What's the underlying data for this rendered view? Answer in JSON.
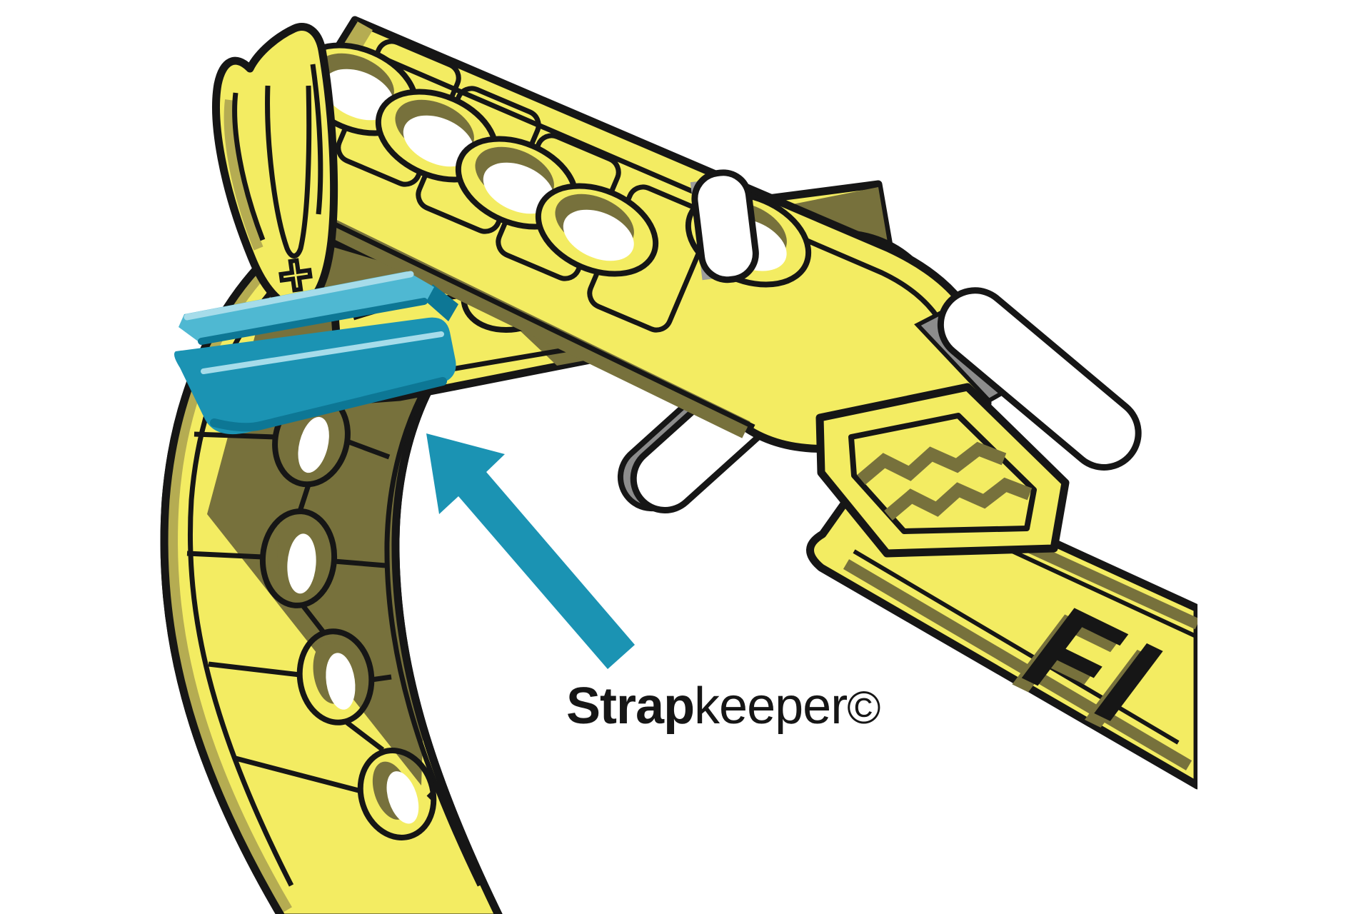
{
  "figure": {
    "type": "product-instruction-illustration",
    "subject": "Elastic strap with buckle and Strapkeeper clip",
    "caption": {
      "bold": "Strap",
      "regular": "keeper",
      "symbol": "©"
    },
    "strap_tail_letters": "FI",
    "tip_mark": "+",
    "annotation_arrow": {
      "points_to": "strapkeeper-clip",
      "direction": "up-left",
      "color": "#1b93b3"
    },
    "colors": {
      "background": "#ffffff",
      "strap_yellow": "#f3ec62",
      "strap_shadow_olive": "#77713c",
      "strap_mid_olive": "#b5ac52",
      "outline_black": "#161616",
      "clip_teal": "#1b93b3",
      "clip_teal_light": "#4fb8d2",
      "clip_teal_highlight": "#a6dcea",
      "clip_teal_dark": "#0d7795",
      "metal_white": "#ffffff",
      "metal_gray": "#8c8c8c",
      "metal_gray_dark": "#6e6e6e"
    }
  }
}
